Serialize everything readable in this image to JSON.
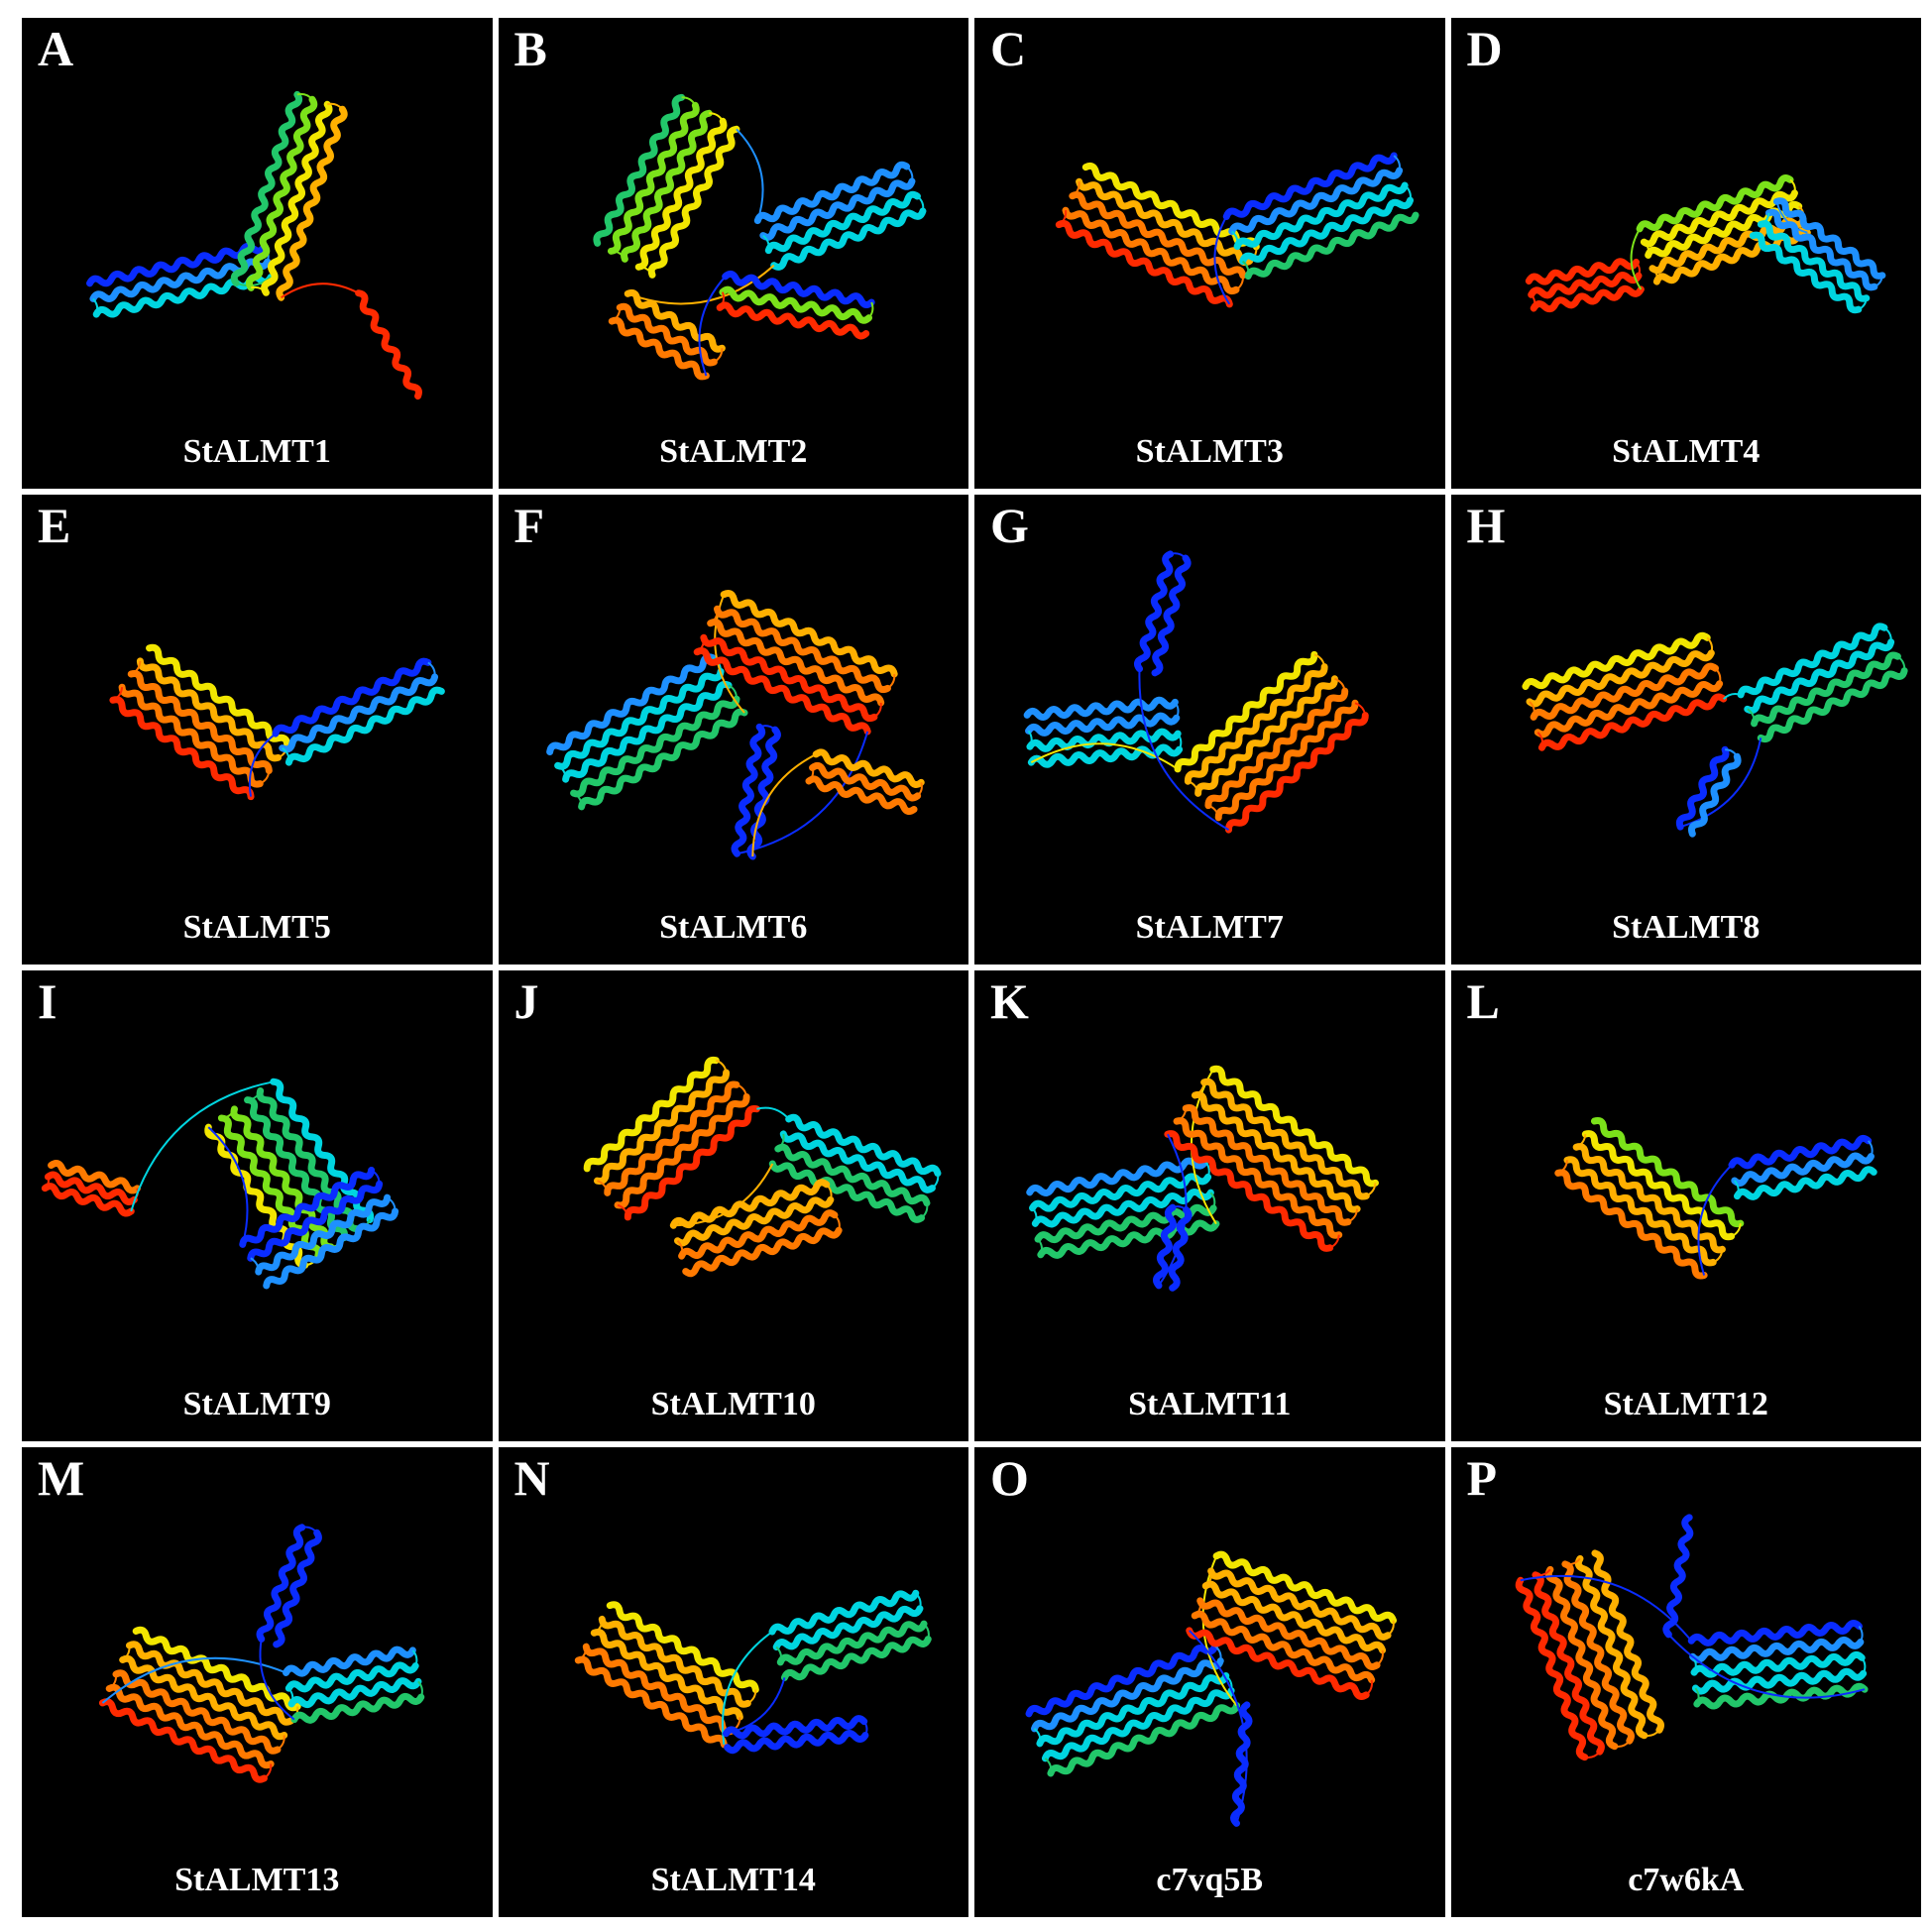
{
  "figure": {
    "panels": [
      {
        "letter": "A",
        "label": "StALMT1"
      },
      {
        "letter": "B",
        "label": "StALMT2"
      },
      {
        "letter": "C",
        "label": "StALMT3"
      },
      {
        "letter": "D",
        "label": "StALMT4"
      },
      {
        "letter": "E",
        "label": "StALMT5"
      },
      {
        "letter": "F",
        "label": "StALMT6"
      },
      {
        "letter": "G",
        "label": "StALMT7"
      },
      {
        "letter": "H",
        "label": "StALMT8"
      },
      {
        "letter": "I",
        "label": "StALMT9"
      },
      {
        "letter": "J",
        "label": "StALMT10"
      },
      {
        "letter": "K",
        "label": "StALMT11"
      },
      {
        "letter": "L",
        "label": "StALMT12"
      },
      {
        "letter": "M",
        "label": "StALMT13"
      },
      {
        "letter": "N",
        "label": "StALMT14"
      },
      {
        "letter": "O",
        "label": "c7vq5B"
      },
      {
        "letter": "P",
        "label": "c7w6kA"
      }
    ],
    "colors": {
      "background": "#000000",
      "text": "#ffffff",
      "rainbow": [
        "#0a2cff",
        "#1e90ff",
        "#00d5e0",
        "#22c76a",
        "#7be21a",
        "#f2e600",
        "#ffb000",
        "#ff7a00",
        "#ff2a00"
      ]
    }
  }
}
